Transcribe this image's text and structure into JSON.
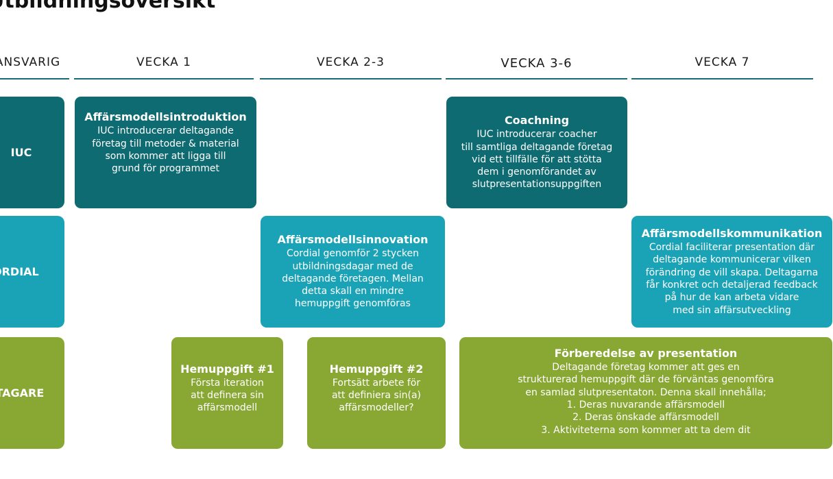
{
  "title": "Utbildningsöversikt",
  "columns": [
    "ANSVARIG",
    "VECKA 1",
    "VECKA 2-3",
    "VECKA 3-6",
    "VECKA 7"
  ],
  "rows": [
    "IUC",
    "CORDIAL",
    "DELTAGARE"
  ],
  "colors": {
    "iuc": "#0e6b72",
    "cordial": "#1aa3b6",
    "deltagare": "#88a733",
    "header_rule": "#1b6a73"
  },
  "cards": [
    {
      "title": "Affärsmodellsintroduktion",
      "body": "IUC introducerar deltagande\nföretag till metoder & material\nsom kommer att ligga till\ngrund för programmet"
    },
    {
      "title": "Coachning",
      "body": "IUC introducerar coacher\ntill samtliga deltagande företag\nvid ett tillfälle för att stötta\ndem i genomförandet av\nslutpresentationsuppgiften"
    },
    {
      "title": "Affärsmodellsinnovation",
      "body": "Cordial genomför 2 stycken\nutbildningsdagar med de\ndeltagande företagen. Mellan\ndetta skall en mindre\nhemuppgift genomföras"
    },
    {
      "title": "Affärsmodellskommunikation",
      "body": "Cordial faciliterar presentation där\ndeltagande kommunicerar vilken\nförändring de vill skapa. Deltagarna\nfår konkret och detaljerad feedback\npå hur de kan arbeta vidare\nmed sin affärsutveckling"
    },
    {
      "title": "Hemuppgift #1",
      "body": "Första iteration\natt definera sin\naffärsmodell"
    },
    {
      "title": "Hemuppgift #2",
      "body": "Fortsätt arbete för\natt definiera sin(a)\naffärsmodeller?"
    },
    {
      "title": "Förberedelse av presentation",
      "body": "Deltagande företag kommer att ges en\nstrukturerad hemuppgift där de förväntas genomföra\nen samlad slutpresentaton. Denna skall innehålla;\n1. Deras nuvarande affärsmodell\n2. Deras önskade affärsmodell\n3. Aktiviteterna som kommer att ta dem dit"
    }
  ]
}
